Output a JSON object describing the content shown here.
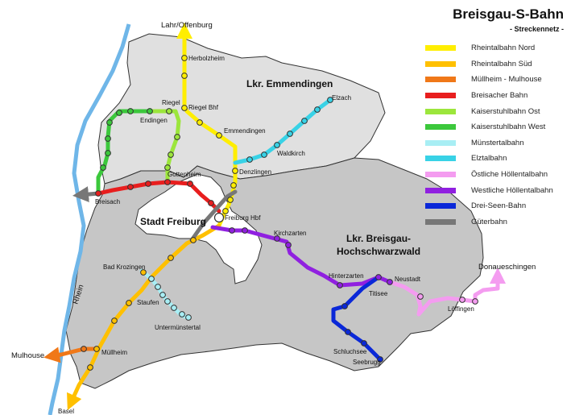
{
  "title": "Breisgau-S-Bahn",
  "subtitle": "- Streckennetz -",
  "colors": {
    "water": "#6fb6e8",
    "region_light": "#e0e0e0",
    "region_dark": "#c6c6c6",
    "city": "#ffffff",
    "border": "#333333",
    "rheintalbahn_nord": "#ffee00",
    "rheintalbahn_sued": "#ffc000",
    "muellheim_mulhouse": "#f07818",
    "breisacher_bahn": "#e81e1e",
    "kaiserstuhlbahn_ost": "#9ce63c",
    "kaiserstuhlbahn_west": "#3cc83c",
    "muenstertalbahn": "#a8eef4",
    "elztalbahn": "#38d2e6",
    "oestliche_hoellentalbahn": "#f49cf0",
    "westliche_hoellentalbahn": "#9020e0",
    "drei_seen_bahn": "#0a28d8",
    "gueterbahn": "#777777"
  },
  "legend": [
    {
      "label": "Rheintalbahn Nord",
      "color": "#ffee00"
    },
    {
      "label": "Rheintalbahn Süd",
      "color": "#ffc000"
    },
    {
      "label": "Müllheim - Mulhouse",
      "color": "#f07818"
    },
    {
      "label": "Breisacher Bahn",
      "color": "#e81e1e"
    },
    {
      "label": "Kaiserstuhlbahn Ost",
      "color": "#9ce63c"
    },
    {
      "label": "Kaiserstuhlbahn West",
      "color": "#3cc83c"
    },
    {
      "label": "Münstertalbahn",
      "color": "#a8eef4"
    },
    {
      "label": "Elztalbahn",
      "color": "#38d2e6"
    },
    {
      "label": "Östliche Höllentalbahn",
      "color": "#f49cf0"
    },
    {
      "label": "Westliche Höllentalbahn",
      "color": "#9020e0"
    },
    {
      "label": "Drei-Seen-Bahn",
      "color": "#0a28d8"
    },
    {
      "label": "Güterbahn",
      "color": "#777777"
    }
  ],
  "regions": {
    "emmendingen": "Lkr. Emmendingen",
    "freiburg": "Stadt Freiburg",
    "hochschwarzwald_line1": "Lkr. Breisgau-",
    "hochschwarzwald_line2": "Hochschwarzwald"
  },
  "river": "Rhein",
  "stations": {
    "lahr": "Lahr/Offenburg",
    "herbolzheim": "Herbolzheim",
    "riegel": "Riegel",
    "riegel_bhf": "Riegel Bhf",
    "endingen": "Endingen",
    "emmendingen": "Emmendingen",
    "elzach": "Elzach",
    "waldkirch": "Waldkirch",
    "denzlingen": "Denzlingen",
    "gottenheim": "Gottenheim",
    "breisach": "Breisach",
    "freiburg_hbf": "Freiburg Hbf",
    "kirchzarten": "Kirchzarten",
    "hinterzarten": "Hinterzarten",
    "titisee": "Titisee",
    "neustadt": "Neustadt",
    "loeffingen": "Löffingen",
    "donaueschingen": "Donaueschingen",
    "bad_krozingen": "Bad Krozingen",
    "staufen": "Staufen",
    "untermuenstertal": "Untermünstertal",
    "muellheim": "Müllheim",
    "mulhouse": "Mulhouse",
    "basel": "Basel",
    "schluchsee": "Schluchsee",
    "seebrugg": "Seebrugg"
  }
}
